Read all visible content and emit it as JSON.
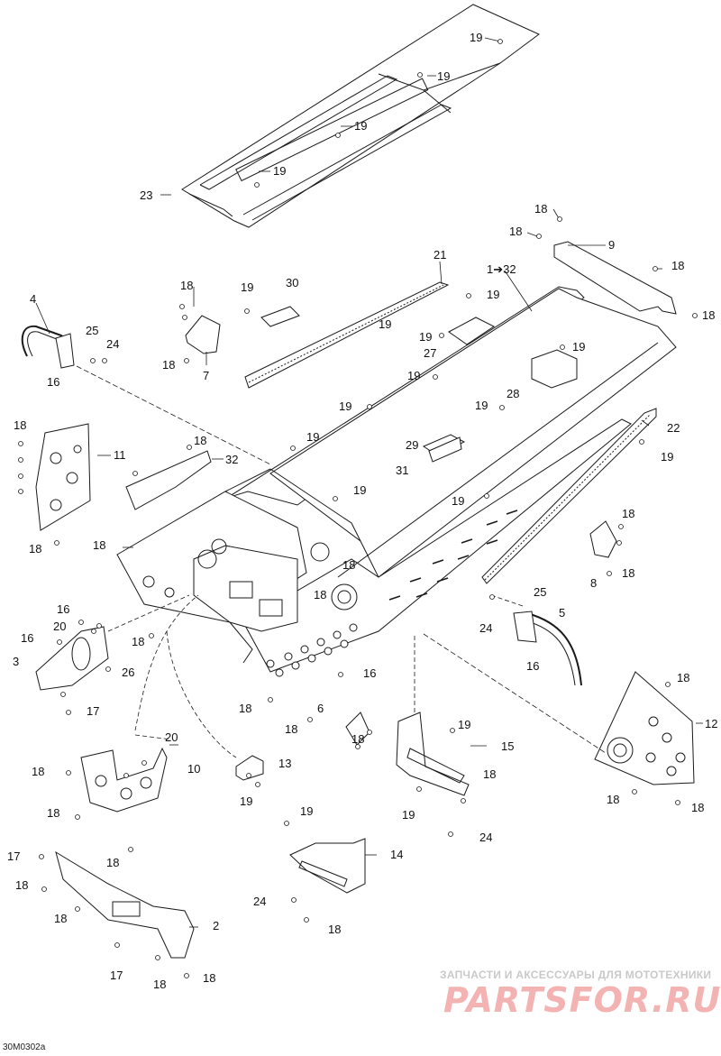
{
  "diagram_code": "30M0302a",
  "watermark": {
    "tagline": "ЗАПЧАСТИ И АКСЕССУАРЫ ДЛЯ МОТОТЕХНИКИ",
    "brand": "PARTSFOR.RU"
  },
  "callouts": {
    "c23": "23",
    "c19_a": "19",
    "c19_b": "19",
    "c19_c": "19",
    "c19_d": "19",
    "c18_a": "18",
    "c18_b": "18",
    "c9": "9",
    "c18_c": "18",
    "c18_d": "18",
    "c21": "21",
    "c1to32": "1➔32",
    "c19_e": "19",
    "c4": "4",
    "c25_a": "25",
    "c24_a": "24",
    "c16_a": "16",
    "c18_e": "18",
    "c19_f": "19",
    "c30": "30",
    "c19_g": "19",
    "c18_f": "18",
    "c7": "7",
    "c19_h": "19",
    "c27": "27",
    "c19_i": "19",
    "c19_j": "19",
    "c28": "28",
    "c19_k": "19",
    "c19_l": "19",
    "c29": "29",
    "c22": "22",
    "c19_m": "19",
    "c18_g": "18",
    "c11": "11",
    "c18_h": "18",
    "c32": "32",
    "c18_i": "18",
    "c19_n": "19",
    "c31": "31",
    "c19_o": "19",
    "c19_p": "19",
    "c18_j": "18",
    "c18_k": "18",
    "c8": "8",
    "c18_l": "18",
    "c18_m": "18",
    "c25_b": "25",
    "c5": "5",
    "c24_b": "24",
    "c16_b": "16",
    "c16_c": "16",
    "c20_a": "20",
    "c16_d": "16",
    "c3": "3",
    "c26": "26",
    "c17_a": "17",
    "c18_n": "18",
    "c16_e": "16",
    "c18_o": "18",
    "c18_p": "18",
    "c18_q": "18",
    "c6": "6",
    "c18_r": "18",
    "c19_q": "19",
    "c15": "15",
    "c18_s": "18",
    "c19_r": "19",
    "c24_c": "24",
    "c18_t": "18",
    "c12": "12",
    "c18_u": "18",
    "c18_v": "18",
    "c20_b": "20",
    "c18_w": "18",
    "c10": "10",
    "c13": "13",
    "c19_s": "19",
    "c18_x": "18",
    "c18_y": "18",
    "c19_t": "19",
    "c14": "14",
    "c17_b": "17",
    "c18_z": "18",
    "c24_d": "24",
    "c18_aa": "18",
    "c18_ab": "18",
    "c2": "2",
    "c17_c": "17",
    "c18_ac": "18",
    "c18_ad": "18"
  }
}
